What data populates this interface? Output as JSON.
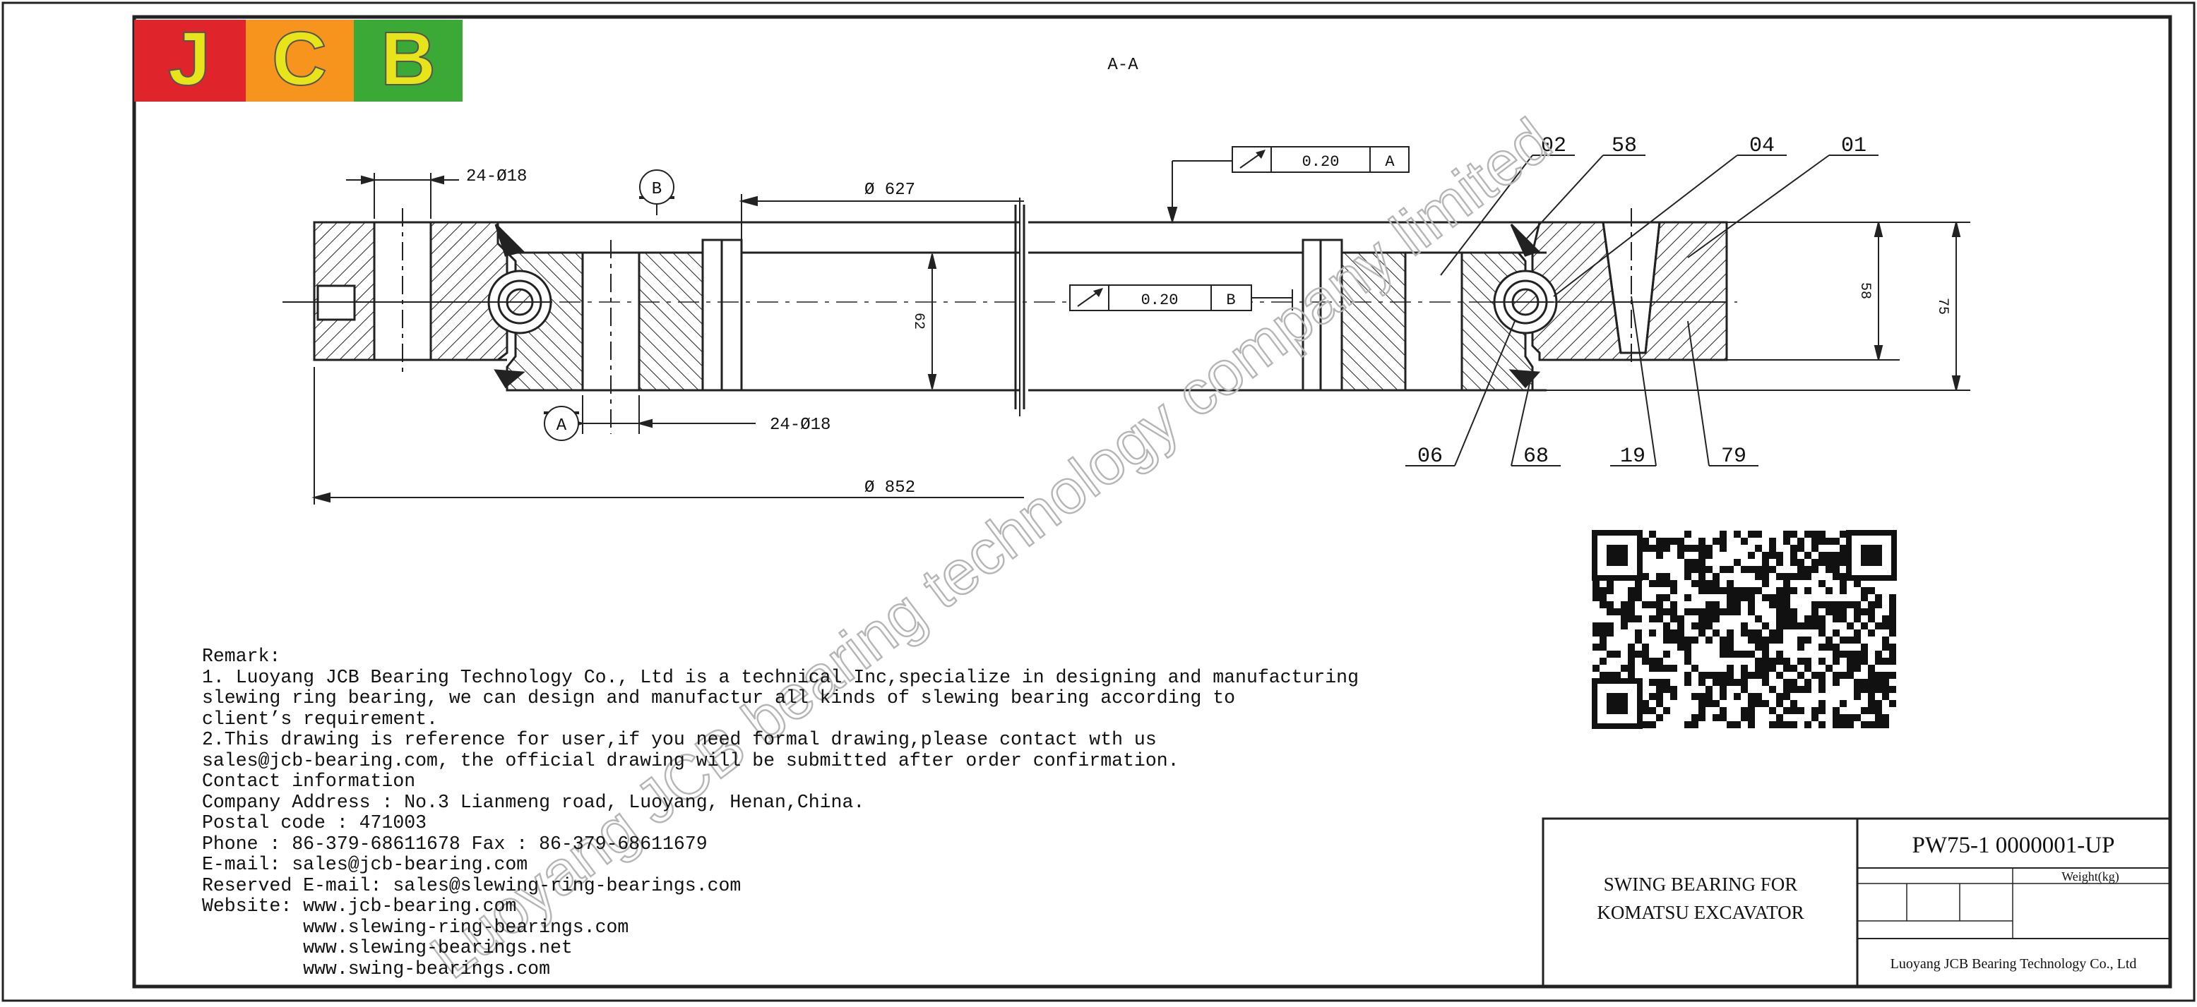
{
  "logo": {
    "letters": [
      "J",
      "C",
      "B"
    ],
    "colors": [
      "#e0242b",
      "#f7941d",
      "#3aa935"
    ],
    "letter_color": "#e8e41a"
  },
  "section_label": "A-A",
  "dimensions": {
    "d627": "Ø 627",
    "d852": "Ø 852",
    "holes_top": "24-Ø18",
    "holes_bottom": "24-Ø18",
    "h62": "62",
    "h58": "58",
    "h75": "75"
  },
  "datums": {
    "a": "A",
    "b": "B"
  },
  "tolerances": [
    {
      "value": "0.20",
      "datum": "A"
    },
    {
      "value": "0.20",
      "datum": "B"
    }
  ],
  "part_numbers": [
    "02",
    "58",
    "04",
    "01",
    "06",
    "68",
    "19",
    "79"
  ],
  "watermark": "Luoyang JCB bearing technology company limited",
  "remarks": [
    "Remark:",
    "1. Luoyang JCB Bearing Technology Co., Ltd is a technical Inc,specialize in designing and manufacturing",
    "slewing ring bearing, we can design and manufactur all kinds of slewing bearing according to",
    "client’s requirement.",
    "2.This drawing is reference for user,if you need formal drawing,please contact wth us",
    "sales@jcb-bearing.com, the official drawing will be submitted after order confirmation.",
    "Contact information",
    "Company Address : No.3 Lianmeng road, Luoyang, Henan,China.",
    "Postal code : 471003",
    "Phone : 86-379-68611678 Fax : 86-379-68611679",
    "E-mail: sales@jcb-bearing.com",
    "Reserved E-mail: sales@slewing-ring-bearings.com",
    "Website: www.jcb-bearing.com",
    "         www.slewing-ring-bearings.com",
    "         www.slewing-bearings.net",
    "         www.swing-bearings.com"
  ],
  "title_block": {
    "description_line1": "SWING BEARING FOR",
    "description_line2": "KOMATSU EXCAVATOR",
    "part_number": "PW75-1 0000001-UP",
    "weight_label": "Weight(kg)",
    "company": "Luoyang JCB Bearing Technology Co., Ltd"
  }
}
